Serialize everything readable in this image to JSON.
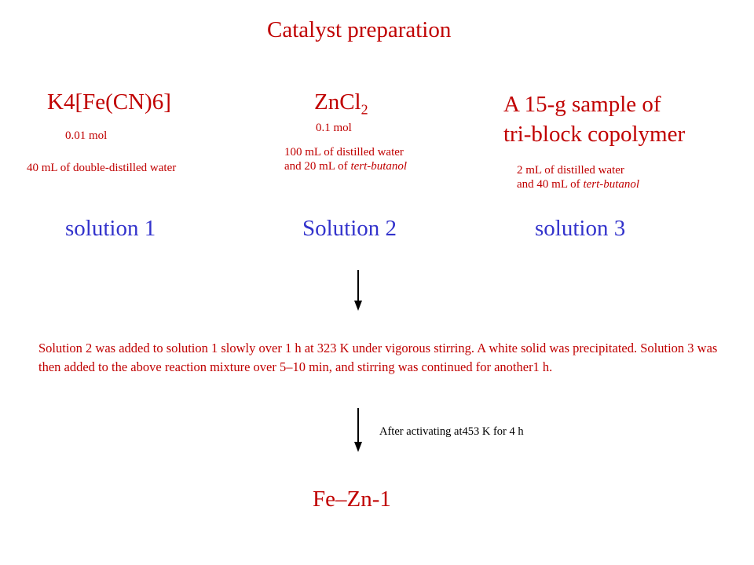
{
  "title": "Catalyst preparation",
  "reagent1": {
    "name": "K4[Fe(CN)6]",
    "amount": "0.01 mol",
    "solvent": "40 mL of double-distilled water",
    "solution": "solution 1"
  },
  "reagent2": {
    "name_base": "ZnCl",
    "name_sub": "2",
    "amount": "0.1 mol",
    "solvent_line1": "100 mL of distilled water",
    "solvent_line2_prefix": "and 20 mL of ",
    "solvent_line2_italic": "tert-butanol",
    "solution": "Solution 2"
  },
  "reagent3": {
    "name_line1": "A 15-g sample of",
    "name_line2": "tri-block copolymer",
    "solvent_line1": "2 mL of distilled water",
    "solvent_line2_prefix": "and 40 mL of ",
    "solvent_line2_italic": "tert-butanol",
    "solution": "solution 3"
  },
  "procedure": "Solution 2 was added to solution 1 slowly over 1 h at 323 K under vigorous stirring. A white solid was precipitated. Solution 3 was then added to the above reaction mixture over 5–10 min, and stirring was continued for another1 h.",
  "activation_note": "After activating at453 K for 4 h",
  "product": "Fe–Zn-1",
  "colors": {
    "text_red": "#c00000",
    "solution_blue": "#3333cc",
    "arrow": "#000000"
  }
}
